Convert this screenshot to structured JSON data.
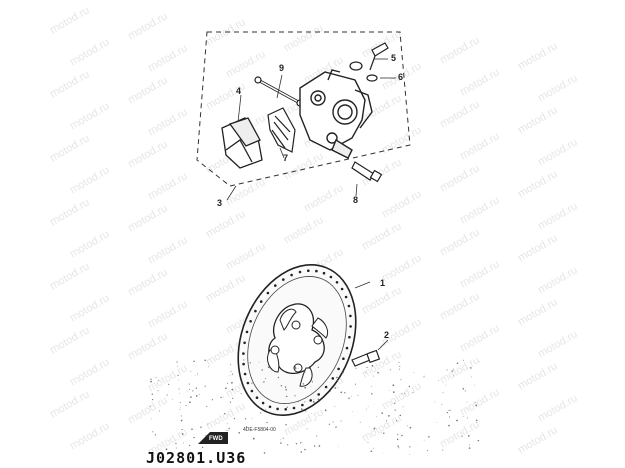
{
  "watermark": {
    "text": "motod.ru"
  },
  "callouts": {
    "c1": "1",
    "c2": "2",
    "c3": "3",
    "c4": "4",
    "c5": "5",
    "c6": "6",
    "c7": "7",
    "c8": "8",
    "c9": "9"
  },
  "fwd_label": "FWD",
  "part_code": "4DE-F5804-00",
  "diagram_code": "J02801.U36"
}
